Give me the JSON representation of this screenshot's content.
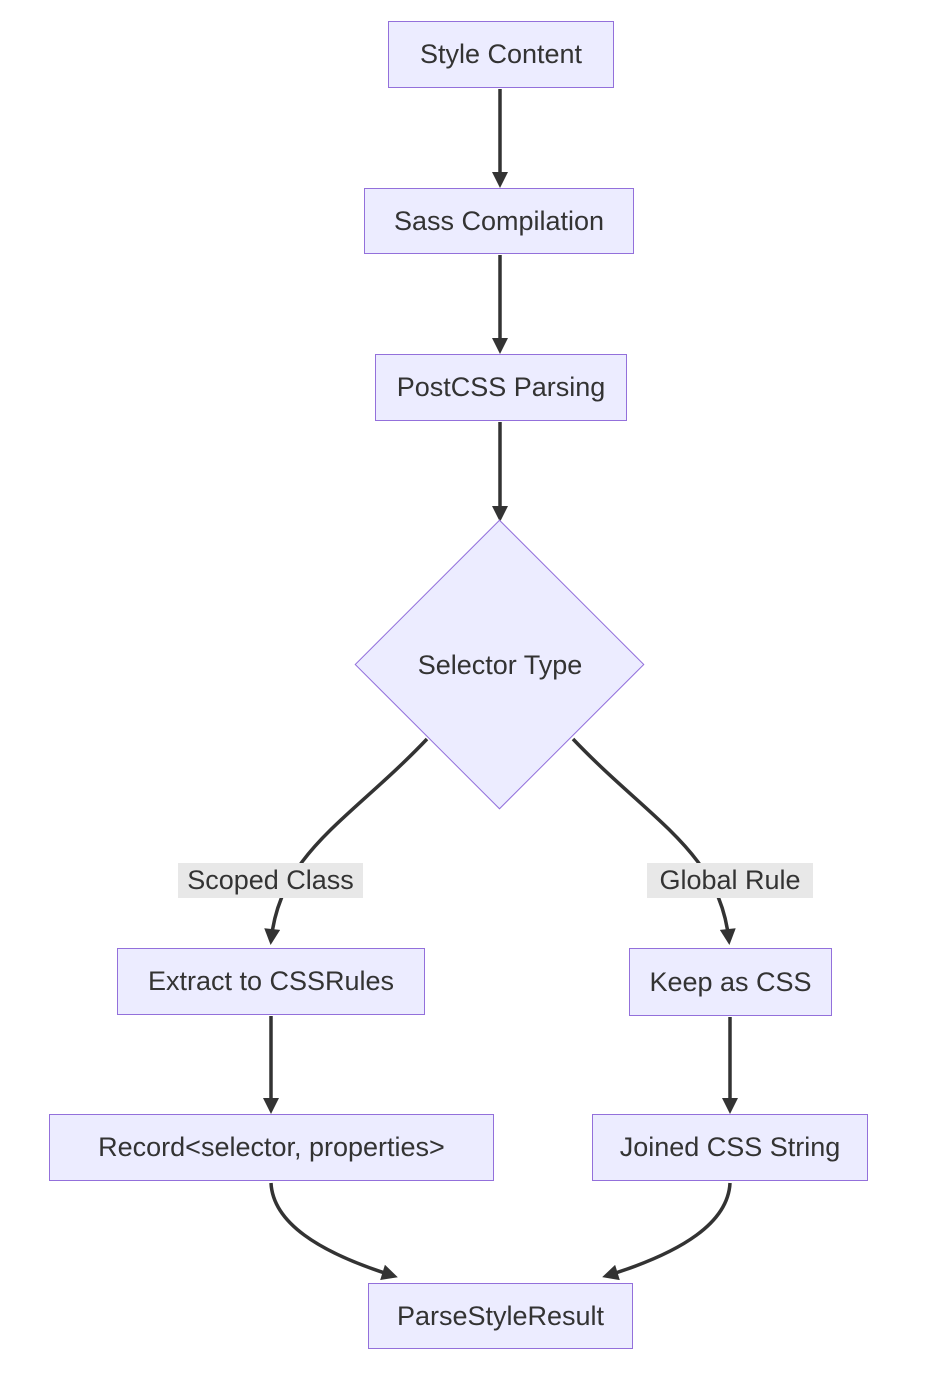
{
  "diagram": {
    "type": "flowchart",
    "direction": "top-down",
    "nodes": {
      "style_content": "Style Content",
      "sass_compilation": "Sass Compilation",
      "postcss_parsing": "PostCSS Parsing",
      "selector_type": "Selector Type",
      "extract_to_cssrules": "Extract to CSSRules",
      "keep_as_css": "Keep as CSS",
      "record_selector_properties": "Record<selector, properties>",
      "joined_css_string": "Joined CSS String",
      "parse_style_result": "ParseStyleResult"
    },
    "edge_labels": {
      "scoped_class": "Scoped Class",
      "global_rule": "Global Rule"
    },
    "edges": [
      {
        "from": "style_content",
        "to": "sass_compilation",
        "label": ""
      },
      {
        "from": "sass_compilation",
        "to": "postcss_parsing",
        "label": ""
      },
      {
        "from": "postcss_parsing",
        "to": "selector_type",
        "label": ""
      },
      {
        "from": "selector_type",
        "to": "extract_to_cssrules",
        "label": "Scoped Class"
      },
      {
        "from": "selector_type",
        "to": "keep_as_css",
        "label": "Global Rule"
      },
      {
        "from": "extract_to_cssrules",
        "to": "record_selector_properties",
        "label": ""
      },
      {
        "from": "keep_as_css",
        "to": "joined_css_string",
        "label": ""
      },
      {
        "from": "record_selector_properties",
        "to": "parse_style_result",
        "label": ""
      },
      {
        "from": "joined_css_string",
        "to": "parse_style_result",
        "label": ""
      }
    ],
    "colors": {
      "node_fill": "#ECECFF",
      "node_border": "#9370DB",
      "edge_stroke": "#333333",
      "text": "#333333",
      "edge_label_bg": "#e8e8e8",
      "canvas_bg": "#ffffff"
    }
  }
}
